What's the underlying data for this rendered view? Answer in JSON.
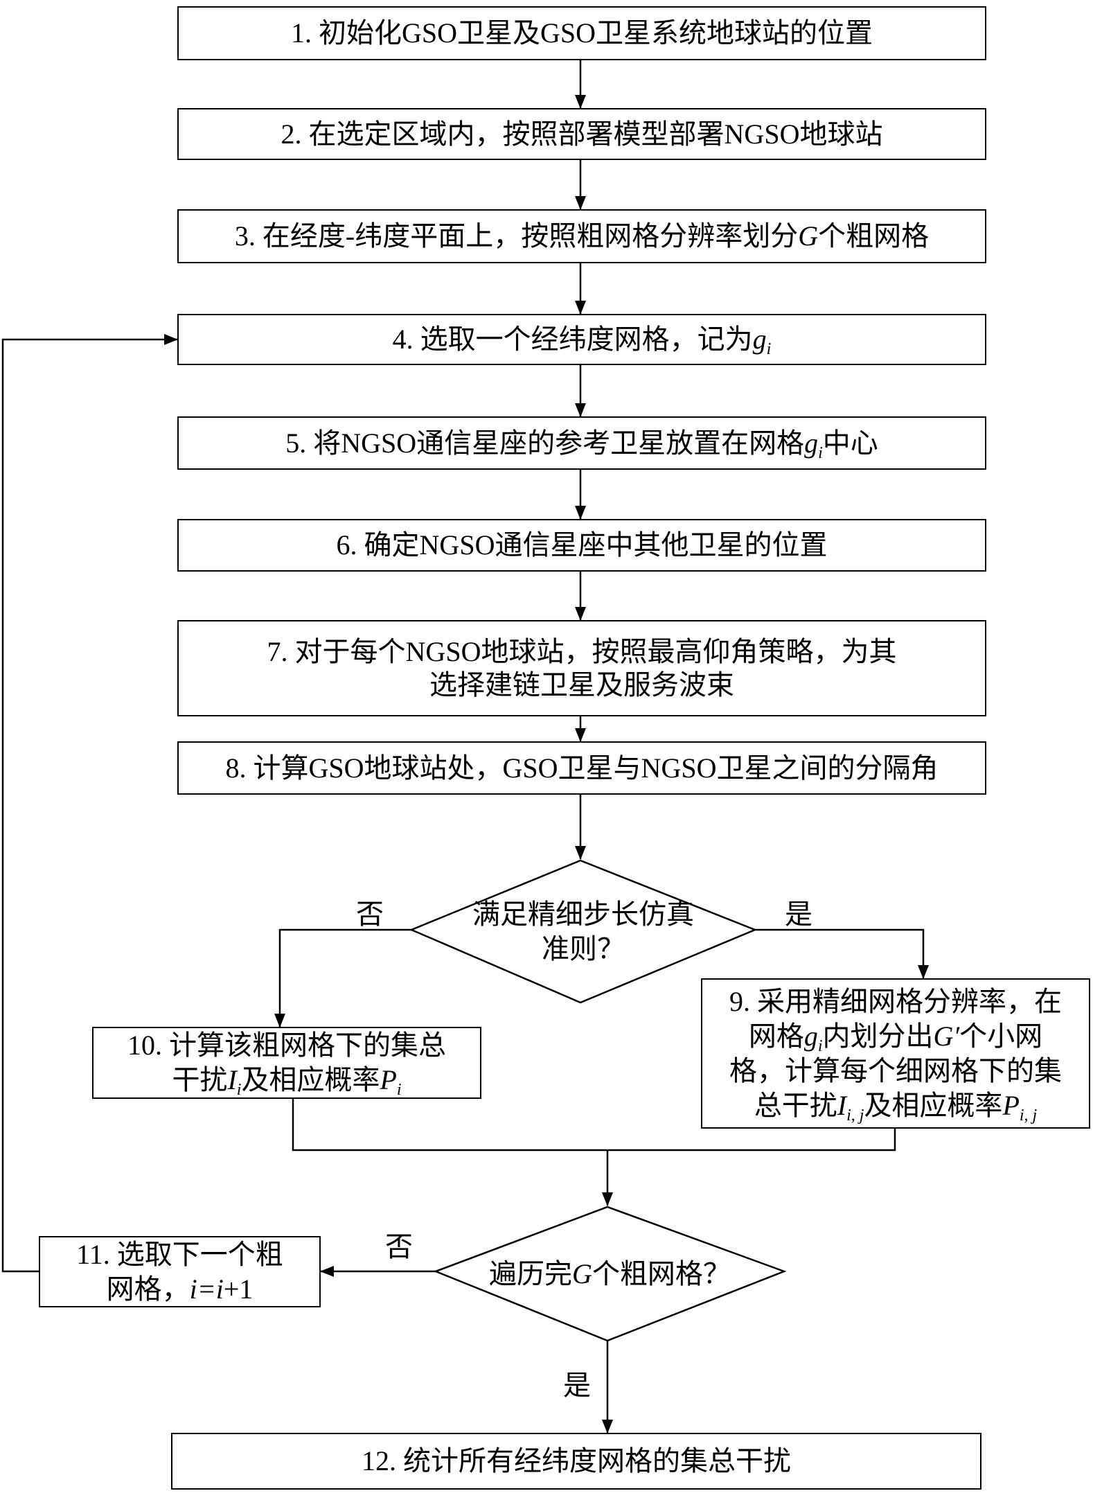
{
  "steps": {
    "s1": "1. 初始化GSO卫星及GSO卫星系统地球站的位置",
    "s2": "2. 在选定区域内，按照部署模型部署NGSO地球站",
    "s3_pre": "3. 在经度-纬度平面上，按照粗网格分辨率划分",
    "s3_var": "G",
    "s3_post": "个粗网格",
    "s4_pre": "4. 选取一个经纬度网格，记为",
    "s4_var": "g",
    "s4_sub": "i",
    "s5_pre": "5. 将NGSO通信星座的参考卫星放置在网格",
    "s5_var": "g",
    "s5_sub": "i",
    "s5_post": "中心",
    "s6": "6. 确定NGSO通信星座中其他卫星的位置",
    "s7_line1": "7. 对于每个NGSO地球站，按照最高仰角策略，为其",
    "s7_line2": "选择建链卫星及服务波束",
    "s8": "8. 计算GSO地球站处，GSO卫星与NGSO卫星之间的分隔角",
    "s9_line1": "9. 采用精细网格分辨率，在",
    "s9_line2_pre": "网格",
    "s9_line2_var": "g",
    "s9_line2_sub": "i",
    "s9_line2_mid": "内划分出",
    "s9_line2_var2": "G′",
    "s9_line2_post": "个小网",
    "s9_line3": "格，计算每个细网格下的集",
    "s9_line4_pre": "总干扰",
    "s9_line4_var": "I",
    "s9_line4_sub": "i, j",
    "s9_line4_mid": "及相应概率",
    "s9_line4_var2": "P",
    "s9_line4_sub2": "i, j",
    "s10_line1": "10. 计算该粗网格下的集总",
    "s10_line2_pre": "干扰",
    "s10_line2_var": "I",
    "s10_line2_sub": "i",
    "s10_line2_mid": "及相应概率",
    "s10_line2_var2": "P",
    "s10_line2_sub2": "i",
    "s11_line1": "11. 选取下一个粗",
    "s11_line2_pre": "网格，",
    "s11_line2_expr": "i=i",
    "s11_line2_post": "+1",
    "s12": "12. 统计所有经纬度网格的集总干扰"
  },
  "decisions": {
    "d1_line1": "满足精细步长仿真",
    "d1_line2": "准则？",
    "d2_pre": "遍历完",
    "d2_var": "G",
    "d2_post": "个粗网格？"
  },
  "labels": {
    "d1_no": "否",
    "d1_yes": "是",
    "d2_no": "否",
    "d2_yes": "是"
  }
}
